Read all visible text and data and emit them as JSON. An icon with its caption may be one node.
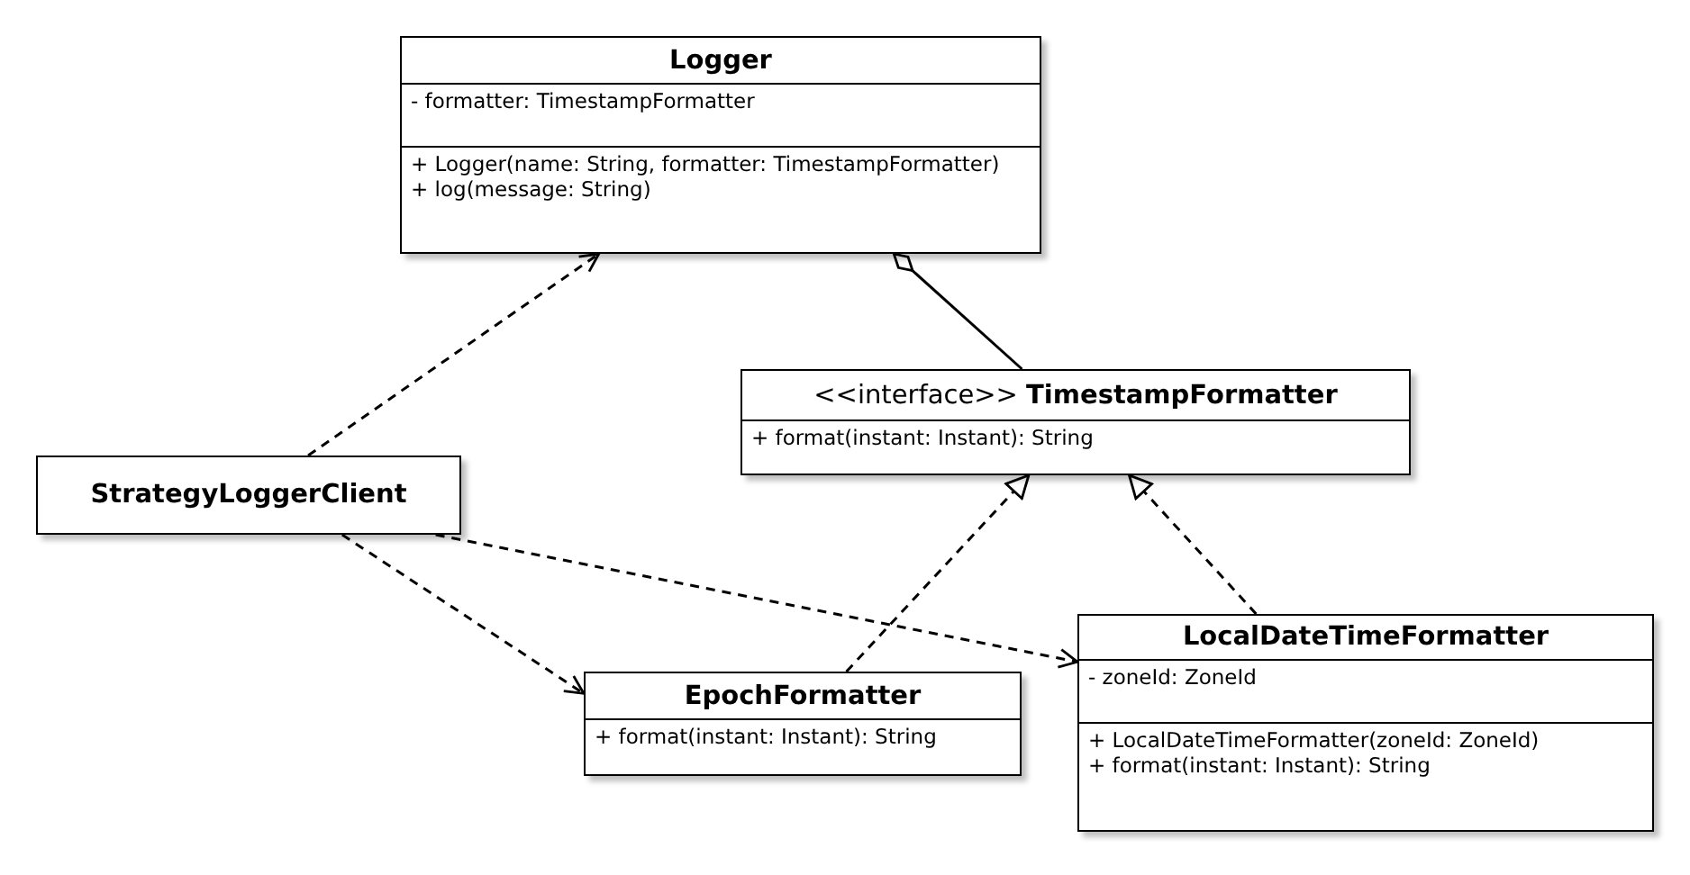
{
  "diagram": {
    "nodes": [
      {
        "text": [
          "Logger",
          "- formatter: TimestampFormatter",
          "+ Logger(name: String, formatter: TimestampFormatter)",
          "+ log(message: String)"
        ]
      },
      {
        "text": [
          "<<interface>> **TimestampFormatter**",
          "+ format(instant: Instant): String"
        ]
      },
      {
        "text": [
          "StrategyLoggerClient"
        ]
      },
      {
        "text": [
          "EpochFormatter",
          "+ format(instant: Instant): String"
        ]
      },
      {
        "text": [
          "LocalDateTimeFormatter",
          "- zoneId: ZoneId",
          "+ LocalDateTimeFormatter(zoneId: ZoneId)",
          "+ format(instant: Instant): String"
        ]
      }
    ],
    "edges": [
      {
        "from": 2,
        "to": 0,
        "arrow": "to",
        "style": "dashed"
      },
      {
        "from": 0,
        "to": 1,
        "arrow": "other"
      },
      {
        "from": 3,
        "to": 1,
        "arrow": "to",
        "style": "dashed"
      },
      {
        "from": 4,
        "to": 1,
        "arrow": "to",
        "style": "dashed"
      },
      {
        "from": 2,
        "to": 3,
        "arrow": "to",
        "style": "dashed"
      },
      {
        "from": 2,
        "to": 4,
        "arrow": "to",
        "style": "dashed"
      }
    ]
  }
}
